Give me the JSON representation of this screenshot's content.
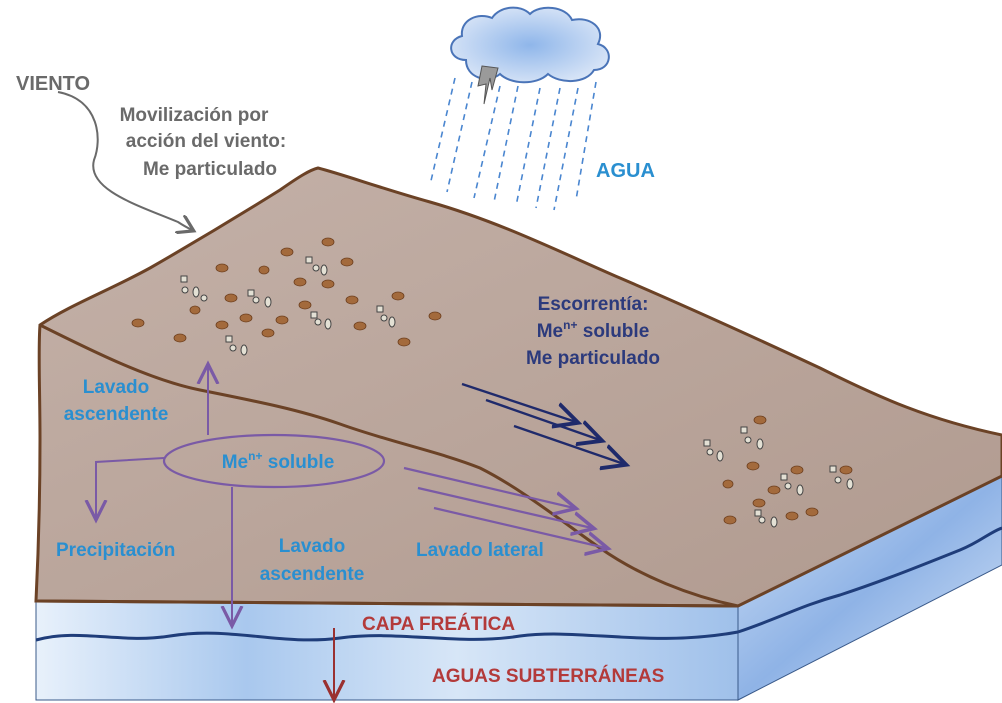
{
  "labels": {
    "viento": "VIENTO",
    "movilizacion_1": "Movilización por",
    "movilizacion_2": "acción del viento:",
    "movilizacion_3": "Me particulado",
    "agua": "AGUA",
    "escorrentia_1": "Escorrentía:",
    "escorrentia_2_base": "Me",
    "escorrentia_2_sup": "n+",
    "escorrentia_2_rest": " soluble",
    "escorrentia_3": "Me particulado",
    "lavado_asc_top_1": "Lavado",
    "lavado_asc_top_2": "ascendente",
    "men_soluble_base": "Me",
    "men_soluble_sup": "n+",
    "men_soluble_rest": " soluble",
    "precipitacion": "Precipitación",
    "lavado_asc_mid_1": "Lavado",
    "lavado_asc_mid_2": "ascendente",
    "lavado_lateral": "Lavado lateral",
    "capa_freatica": "CAPA FREÁTICA",
    "aguas_subterraneas": "AGUAS SUBTERRÁNEAS"
  },
  "colors": {
    "soil": "#b9a59b",
    "soil_edge": "#6b4226",
    "water": "#bcd6f2",
    "water_line": "#1f3d7a",
    "gray_label": "#6a6a6a",
    "blue_label": "#2a8fd0",
    "navy_label": "#2c3a7c",
    "purple": "#6c4f9c",
    "red_label": "#b33a3a"
  }
}
